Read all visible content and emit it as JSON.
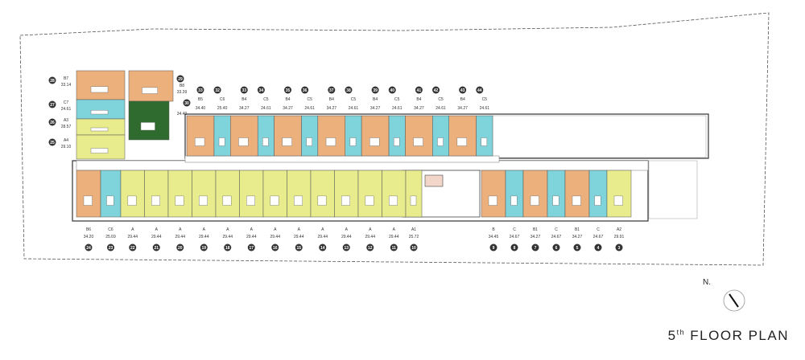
{
  "plan": {
    "title_num": "5",
    "title_sup": "th",
    "title_rest": " FLOOR PLAN",
    "north_label": "N.",
    "colors": {
      "orange": "#ecb07c",
      "cyan": "#7fd3da",
      "yellow": "#e8ec8c",
      "green": "#2f6b2f"
    },
    "top_units": [
      {
        "num": "33",
        "type": "B5",
        "area": "34.40",
        "color": "orange"
      },
      {
        "num": "32",
        "type": "C6",
        "area": "25.40",
        "color": "cyan"
      },
      {
        "num": "33",
        "type": "B4",
        "area": "34.27",
        "color": "orange"
      },
      {
        "num": "34",
        "type": "C5",
        "area": "24.61",
        "color": "cyan"
      },
      {
        "num": "35",
        "type": "B4",
        "area": "34.27",
        "color": "orange"
      },
      {
        "num": "36",
        "type": "C5",
        "area": "24.61",
        "color": "cyan"
      },
      {
        "num": "37",
        "type": "B4",
        "area": "34.27",
        "color": "orange"
      },
      {
        "num": "38",
        "type": "C5",
        "area": "24.61",
        "color": "cyan"
      },
      {
        "num": "39",
        "type": "B4",
        "area": "34.27",
        "color": "orange"
      },
      {
        "num": "40",
        "type": "C5",
        "area": "24.61",
        "color": "cyan"
      },
      {
        "num": "41",
        "type": "B4",
        "area": "34.27",
        "color": "orange"
      },
      {
        "num": "42",
        "type": "C5",
        "area": "24.61",
        "color": "cyan"
      },
      {
        "num": "43",
        "type": "B4",
        "area": "34.27",
        "color": "orange"
      },
      {
        "num": "44",
        "type": "C5",
        "area": "24.61",
        "color": "cyan"
      }
    ],
    "bottom_left_units": [
      {
        "num": "24",
        "type": "B6",
        "area": "34.20",
        "color": "orange"
      },
      {
        "num": "23",
        "type": "C6",
        "area": "25.69",
        "color": "cyan"
      },
      {
        "num": "22",
        "type": "A",
        "area": "29.44",
        "color": "yellow"
      },
      {
        "num": "21",
        "type": "A",
        "area": "29.44",
        "color": "yellow"
      },
      {
        "num": "20",
        "type": "A",
        "area": "29.44",
        "color": "yellow"
      },
      {
        "num": "19",
        "type": "A",
        "area": "29.44",
        "color": "yellow"
      },
      {
        "num": "18",
        "type": "A",
        "area": "29.44",
        "color": "yellow"
      },
      {
        "num": "17",
        "type": "A",
        "area": "29.44",
        "color": "yellow"
      },
      {
        "num": "16",
        "type": "A",
        "area": "29.44",
        "color": "yellow"
      },
      {
        "num": "15",
        "type": "A",
        "area": "29.44",
        "color": "yellow"
      },
      {
        "num": "14",
        "type": "A",
        "area": "29.44",
        "color": "yellow"
      },
      {
        "num": "13",
        "type": "A",
        "area": "29.44",
        "color": "yellow"
      },
      {
        "num": "12",
        "type": "A",
        "area": "29.44",
        "color": "yellow"
      },
      {
        "num": "11",
        "type": "A",
        "area": "29.44",
        "color": "yellow"
      },
      {
        "num": "10",
        "type": "A1",
        "area": "25.72",
        "color": "yellow"
      }
    ],
    "bottom_right_units": [
      {
        "num": "9",
        "type": "B",
        "area": "34.45",
        "color": "orange"
      },
      {
        "num": "8",
        "type": "C",
        "area": "24.67",
        "color": "cyan"
      },
      {
        "num": "7",
        "type": "B1",
        "area": "34.27",
        "color": "orange"
      },
      {
        "num": "6",
        "type": "C",
        "area": "24.67",
        "color": "cyan"
      },
      {
        "num": "5",
        "type": "B1",
        "area": "34.27",
        "color": "orange"
      },
      {
        "num": "4",
        "type": "C",
        "area": "24.67",
        "color": "cyan"
      },
      {
        "num": "3",
        "type": "A2",
        "area": "29.91",
        "color": "yellow"
      }
    ],
    "left_units": [
      {
        "num": "28",
        "type": "B7",
        "area": "33.14",
        "color": "orange"
      },
      {
        "num": "27",
        "type": "C7",
        "area": "24.61",
        "color": "cyan"
      },
      {
        "num": "26",
        "type": "A3",
        "area": "28.57",
        "color": "yellow"
      },
      {
        "num": "25",
        "type": "A4",
        "area": "29.10",
        "color": "yellow"
      }
    ],
    "upper_units": [
      {
        "num": "29",
        "type": "B8",
        "area": "33.39",
        "color": "orange"
      },
      {
        "num": "30",
        "type": "",
        "area": "34.40",
        "color": "green"
      }
    ]
  }
}
